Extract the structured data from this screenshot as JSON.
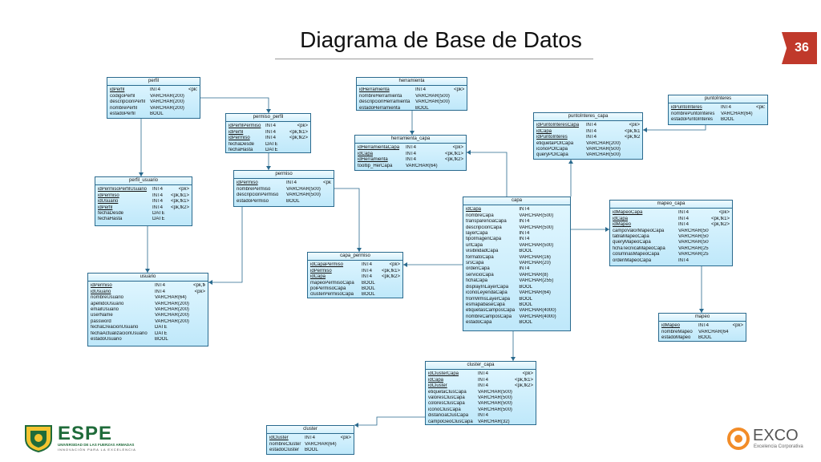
{
  "page": {
    "title": "Diagrama de Base de Datos",
    "number": "36"
  },
  "tables": {
    "perfil": {
      "name": "perfil",
      "fields": [
        [
          "idPerfil",
          "INT4",
          "<pk>"
        ],
        [
          "codigoPerfil",
          "VARCHAR(200)",
          ""
        ],
        [
          "descripcionPerfil",
          "VARCHAR(200)",
          ""
        ],
        [
          "nombrePerfil",
          "VARCHAR(200)",
          ""
        ],
        [
          "estadoPerfil",
          "BOOL",
          ""
        ]
      ]
    },
    "herramienta": {
      "name": "herramienta",
      "fields": [
        [
          "idHerramienta",
          "INT4",
          "<pk>"
        ],
        [
          "nombreHerramienta",
          "VARCHAR(500)",
          ""
        ],
        [
          "descripcionHerramienta",
          "VARCHAR(500)",
          ""
        ],
        [
          "estadoHerramienta",
          "BOOL",
          ""
        ]
      ]
    },
    "puntoInteres": {
      "name": "puntoInteres",
      "fields": [
        [
          "idPuntoInteres",
          "INT4",
          "<pk>"
        ],
        [
          "nombrePuntoInteres",
          "VARCHAR(64)",
          ""
        ],
        [
          "estadoPuntoInteres",
          "BOOL",
          ""
        ]
      ]
    },
    "permiso_perfil": {
      "name": "permiso_perfil",
      "fields": [
        [
          "idPerfilPermiso",
          "INT4",
          "<pk>"
        ],
        [
          "idPerfil",
          "INT4",
          "<pk,fk1>"
        ],
        [
          "idPermiso",
          "INT4",
          "<pk,fk2>"
        ],
        [
          "fechaDesde",
          "DATE",
          ""
        ],
        [
          "fechaHasta",
          "DATE",
          ""
        ]
      ]
    },
    "herramienta_capa": {
      "name": "herramienta_capa",
      "fields": [
        [
          "idHerramientaCapa",
          "INT4",
          "<pk>"
        ],
        [
          "idCapa",
          "INT4",
          "<pk,fk1>"
        ],
        [
          "idHerramienta",
          "INT4",
          "<pk,fk2>"
        ],
        [
          "tooltip_HerCapa",
          "VARCHAR(64)",
          ""
        ]
      ]
    },
    "puntoInteres_capa": {
      "name": "puntoInteres_capa",
      "fields": [
        [
          "idPuntoInteresCapa",
          "INT4",
          "<pk>"
        ],
        [
          "idCapa",
          "INT4",
          "<pk,fk1>"
        ],
        [
          "idPuntoInteres",
          "INT4",
          "<pk,fk2>"
        ],
        [
          "etiquetaPOICapa",
          "VARCHAR(200)",
          ""
        ],
        [
          "iconoPOICapa",
          "VARCHAR(500)",
          ""
        ],
        [
          "queryPOICapa",
          "VARCHAR(500)",
          ""
        ]
      ]
    },
    "permiso": {
      "name": "permiso",
      "fields": [
        [
          "idPermiso",
          "INT4",
          "<pk>"
        ],
        [
          "nombrePermiso",
          "VARCHAR(500)",
          ""
        ],
        [
          "descripcionPermiso",
          "VARCHAR(500)",
          ""
        ],
        [
          "estadoPermiso",
          "BOOL",
          ""
        ]
      ]
    },
    "perfil_usuario": {
      "name": "perfil_usuario",
      "fields": [
        [
          "idPermisoPerfilUsuario",
          "INT4",
          "<pk>"
        ],
        [
          "idPermiso",
          "INT4",
          "<pk,fk1>"
        ],
        [
          "idUsuario",
          "INT4",
          "<pk,fk1>"
        ],
        [
          "idPerfil",
          "INT4",
          "<pk,fk2>"
        ],
        [
          "fechaDesde",
          "DATE",
          ""
        ],
        [
          "fechaHasta",
          "DATE",
          ""
        ]
      ]
    },
    "capa": {
      "name": "capa",
      "fields": [
        [
          "idCapa",
          "INT4",
          "<pk>"
        ],
        [
          "nombreCapa",
          "VARCHAR(500)",
          ""
        ],
        [
          "transparenciaCapa",
          "INT4",
          ""
        ],
        [
          "descripcionCapa",
          "VARCHAR(500)",
          ""
        ],
        [
          "layerCapa",
          "INT4",
          ""
        ],
        [
          "tipoImagenCapa",
          "INT4",
          ""
        ],
        [
          "urlCapa",
          "VARCHAR(500)",
          ""
        ],
        [
          "visibilidadCapa",
          "BOOL",
          ""
        ],
        [
          "formatoCapa",
          "VARCHAR(16)",
          ""
        ],
        [
          "srsCapa",
          "VARCHAR(20)",
          ""
        ],
        [
          "ordenCapa",
          "INT4",
          ""
        ],
        [
          "servicioCapa",
          "VARCHAR(8)",
          ""
        ],
        [
          "fichaCapa",
          "VARCHAR(255)",
          ""
        ],
        [
          "displayInLayerCapa",
          "BOOL",
          ""
        ],
        [
          "iconoLeyendaCapa",
          "VARCHAR(64)",
          ""
        ],
        [
          "fromWmsLayerCapa",
          "BOOL",
          ""
        ],
        [
          "esmapabaseCapa",
          "BOOL",
          ""
        ],
        [
          "etiquetasCamposCapa",
          "VARCHAR(4000)",
          ""
        ],
        [
          "nombreCamposCapa",
          "VARCHAR(4000)",
          ""
        ],
        [
          "estadoCapa",
          "BOOL",
          ""
        ]
      ]
    },
    "mapeo_capa": {
      "name": "mapeo_capa",
      "fields": [
        [
          "idMapeoCapa",
          "INT4",
          "<pk>"
        ],
        [
          "idCapa",
          "INT4",
          "<pk,fk1>"
        ],
        [
          "idMapeo",
          "INT4",
          "<pk,fk2>"
        ],
        [
          "campoValorMapeoCapa",
          "VARCHAR(500)",
          ""
        ],
        [
          "tablaMapeoCapa",
          "VARCHAR(500)",
          ""
        ],
        [
          "queryMapeoCapa",
          "VARCHAR(500)",
          ""
        ],
        [
          "fichaTecnicaMapeoCapa",
          "VARCHAR(255)",
          ""
        ],
        [
          "columnasMapeoCapa",
          "VARCHAR(255)",
          ""
        ],
        [
          "ordenMapeoCapa",
          "INT4",
          ""
        ]
      ]
    },
    "capa_permiso": {
      "name": "capa_permiso",
      "fields": [
        [
          "idCapaPermiso",
          "INT4",
          "<pk>"
        ],
        [
          "idPermiso",
          "INT4",
          "<pk,fk1>"
        ],
        [
          "idCapa",
          "INT4",
          "<pk,fk2>"
        ],
        [
          "mapeoPermisoCapa",
          "BOOL",
          ""
        ],
        [
          "poiPermisoCapa",
          "BOOL",
          ""
        ],
        [
          "clusterPermisoCapa",
          "BOOL",
          ""
        ]
      ]
    },
    "usuario": {
      "name": "usuario",
      "fields": [
        [
          "idPermiso",
          "INT4",
          "<pk,fk>"
        ],
        [
          "idUsuario",
          "INT4",
          "<pk>"
        ],
        [
          "nombreUsuario",
          "VARCHAR(64)",
          ""
        ],
        [
          "apellidoUsuario",
          "VARCHAR(200)",
          ""
        ],
        [
          "emailUsuario",
          "VARCHAR(200)",
          ""
        ],
        [
          "userName",
          "VARCHAR(200)",
          ""
        ],
        [
          "password",
          "VARCHAR(200)",
          ""
        ],
        [
          "fechaCreacionUsuario",
          "DATE",
          ""
        ],
        [
          "fechaActualizacionUsuario",
          "DATE",
          ""
        ],
        [
          "estadoUsuario",
          "BOOL",
          ""
        ]
      ]
    },
    "mapeo": {
      "name": "mapeo",
      "fields": [
        [
          "idMapeo",
          "INT4",
          "<pk>"
        ],
        [
          "nombreMapeo",
          "VARCHAR(64)",
          ""
        ],
        [
          "estadoMapeo",
          "BOOL",
          ""
        ]
      ]
    },
    "cluster_capa": {
      "name": "cluster_capa",
      "fields": [
        [
          "idClusterCapa",
          "INT4",
          "<pk>"
        ],
        [
          "idCapa",
          "INT4",
          "<pk,fk1>"
        ],
        [
          "idCluster",
          "INT4",
          "<pk,fk2>"
        ],
        [
          "etiquetaClusCapa",
          "VARCHAR(500)",
          ""
        ],
        [
          "valoresClusCapa",
          "VARCHAR(500)",
          ""
        ],
        [
          "coloresClusCapa",
          "VARCHAR(500)",
          ""
        ],
        [
          "iconoClusCapa",
          "VARCHAR(500)",
          ""
        ],
        [
          "distanciaClusCapa",
          "INT4",
          ""
        ],
        [
          "campoGeoClusCapa",
          "VARCHAR(32)",
          ""
        ]
      ]
    },
    "cluster": {
      "name": "cluster",
      "fields": [
        [
          "idCluster",
          "INT4",
          "<pk>"
        ],
        [
          "nombreCluster",
          "VARCHAR(64)",
          ""
        ],
        [
          "estadoCluster",
          "BOOL",
          ""
        ]
      ]
    }
  },
  "logos": {
    "espe": {
      "name": "ESPE",
      "line1": "UNIVERSIDAD DE LAS FUERZAS ARMADAS",
      "line2": "INNOVACIÓN PARA LA EXCELENCIA"
    },
    "exco": {
      "name": "EXCO",
      "tagline": "Excelencia Corporativa"
    }
  },
  "colors": {
    "accent": "#c0392b",
    "table_border": "#2a6a8e",
    "table_fill": "#cdeefb",
    "link": "#2a6a8e",
    "espe_green": "#1f6b3a"
  }
}
